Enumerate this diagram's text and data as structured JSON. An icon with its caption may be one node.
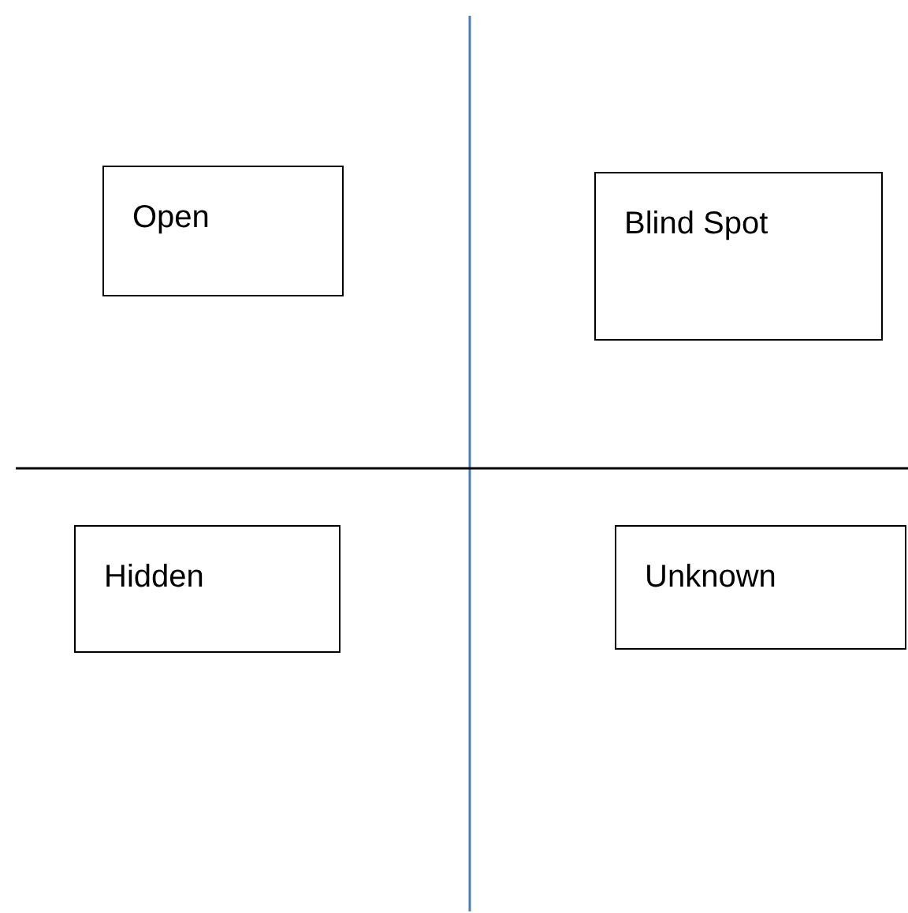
{
  "diagram": {
    "nodes": [
      {
        "text": [
          "Open"
        ]
      },
      {
        "text": [
          "Blind Spot"
        ]
      },
      {
        "text": [
          "Hidden"
        ]
      },
      {
        "text": [
          "Unknown"
        ]
      }
    ]
  }
}
